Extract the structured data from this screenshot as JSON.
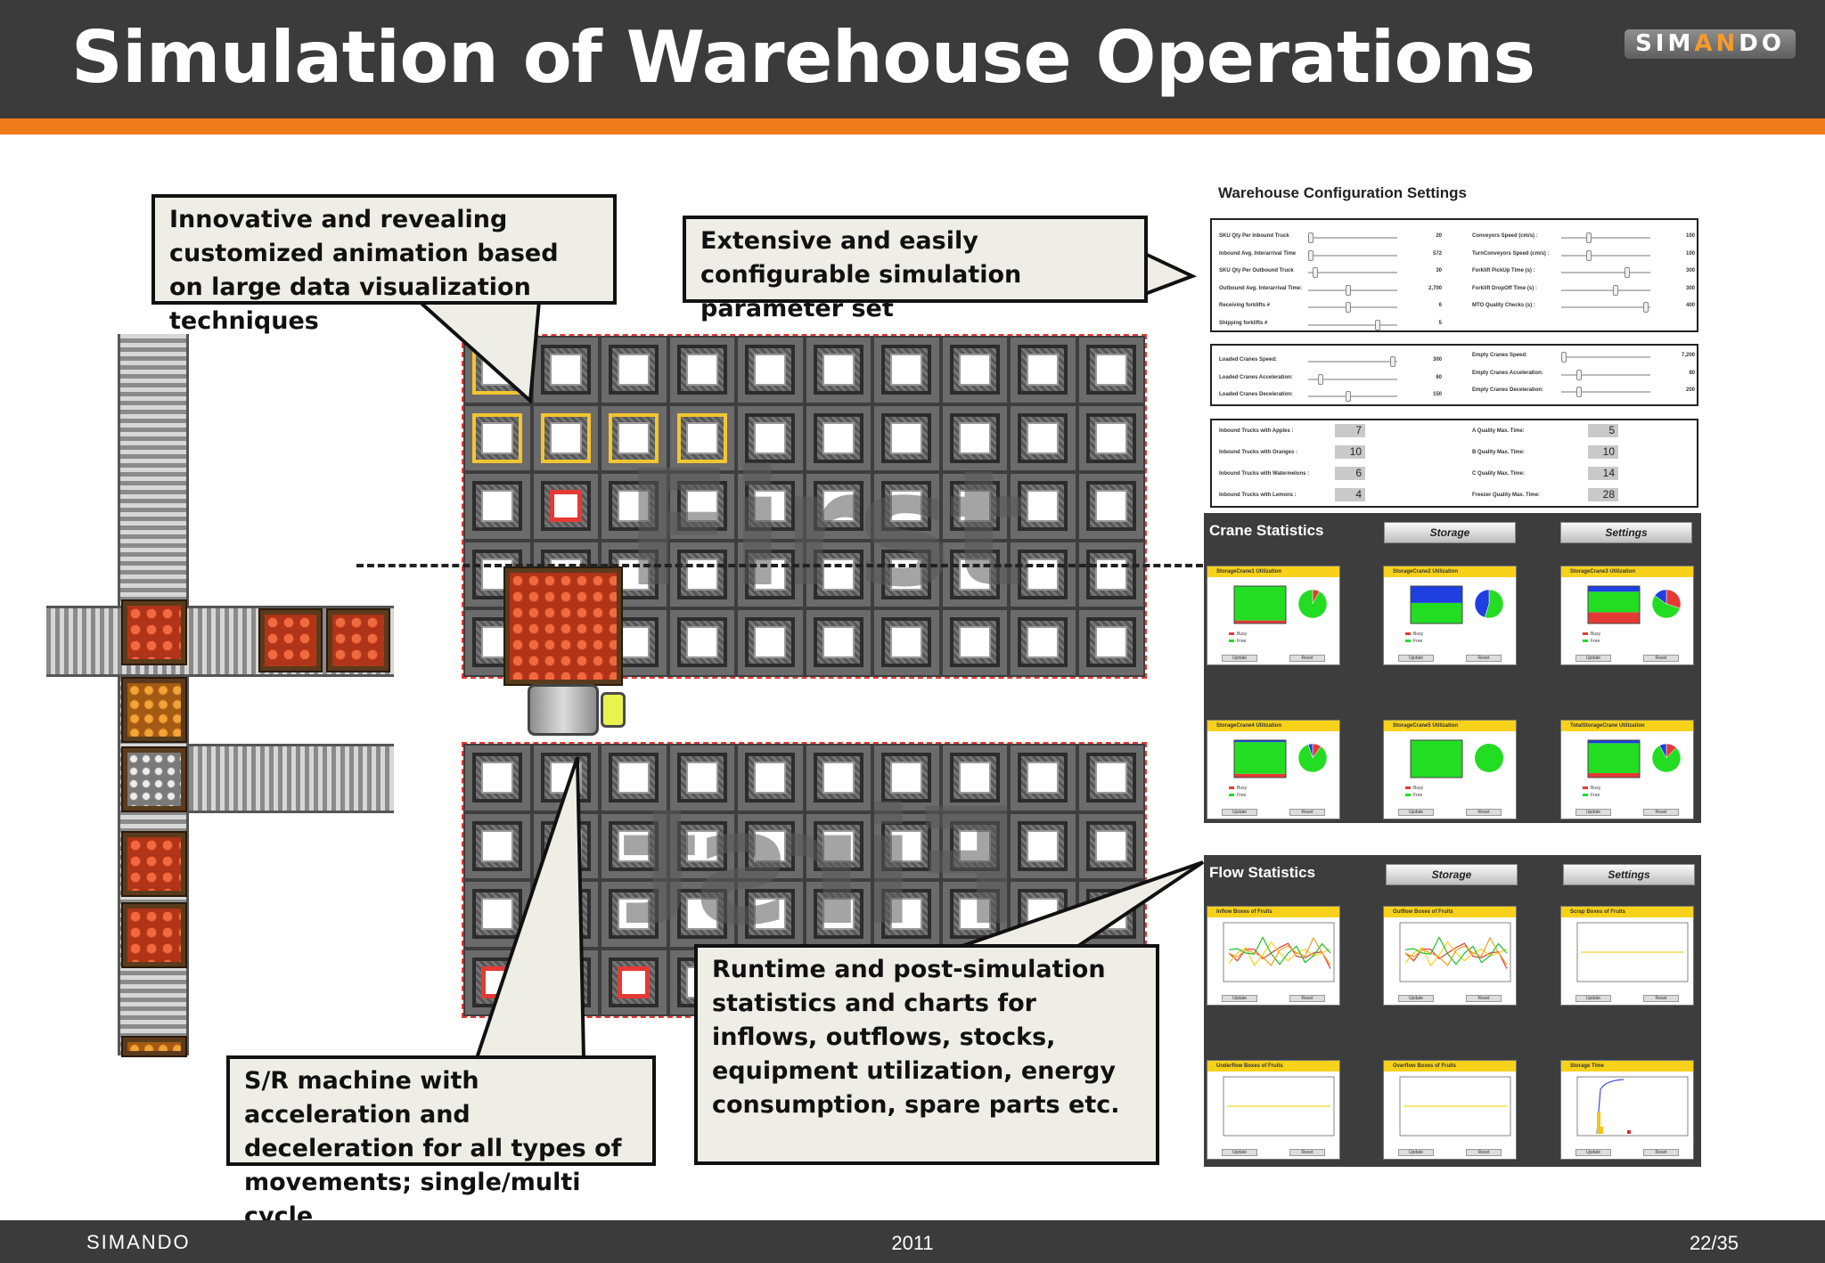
{
  "header": {
    "title": "Simulation of Warehouse Operations",
    "logo": {
      "part1": "SIM",
      "part2": "AN",
      "part3": "DO",
      "accent_color": "#f59a2c"
    },
    "stripe_color": "#ef7a1a"
  },
  "footer": {
    "brand": "SIMANDO",
    "year": "2011",
    "page": "22/35"
  },
  "callouts": {
    "animation": "Innovative and revealing customized animation based on large data visualization techniques",
    "parameters": "Extensive and easily configurable simulation parameter set",
    "statistics": "Runtime and post-simulation statistics and charts for inflows, outflows, stocks, equipment utilization, energy consumption, spare parts etc.",
    "machine": "S/R machine with acceleration and deceleration for all types of movements; single/multi cycle"
  },
  "animation": {
    "watermark_top": "First",
    "watermark_bottom": "First"
  },
  "config": {
    "title": "Warehouse Configuration Settings",
    "group1_left": [
      {
        "label": "SKU Qty Per Inbound Truck",
        "value": "20",
        "knob": 0.0
      },
      {
        "label": "Inbound Avg. Interarrival Time",
        "value": "572",
        "knob": 0.0
      },
      {
        "label": "SKU Qty Per Outbound Truck",
        "value": "30",
        "knob": 0.05
      },
      {
        "label": "Outbound Avg. Interarrival Time:",
        "value": "2,700",
        "knob": 0.45
      },
      {
        "label": "Receiving forklifts #",
        "value": "6",
        "knob": 0.45
      },
      {
        "label": "Shipping forklifts #",
        "value": "5",
        "knob": 0.8
      }
    ],
    "group1_right": [
      {
        "label": "Conveyors Speed (cm/s) :",
        "value": "100",
        "knob": 0.3
      },
      {
        "label": "TurnConveyors Speed (cm/s) :",
        "value": "100",
        "knob": 0.3
      },
      {
        "label": "Forklift PickUp Time (s) :",
        "value": "300",
        "knob": 0.75
      },
      {
        "label": "Forklift DropOff Time (s) :",
        "value": "300",
        "knob": 0.62
      },
      {
        "label": "MTO Quality Checks (s) :",
        "value": "400",
        "knob": 0.98
      }
    ],
    "group2_left": [
      {
        "label": "Loaded Cranes Speed:",
        "value": "300",
        "knob": 0.98
      },
      {
        "label": "Loaded Cranes Acceleration:",
        "value": "60",
        "knob": 0.12
      },
      {
        "label": "Loaded Cranes Deceleration:",
        "value": "150",
        "knob": 0.45
      }
    ],
    "group2_right": [
      {
        "label": "Empty Cranes Speed:",
        "value": "7,200",
        "knob": 0.0
      },
      {
        "label": "Empty Cranes Acceleration:",
        "value": "80",
        "knob": 0.18
      },
      {
        "label": "Empty Cranes Deceleration:",
        "value": "200",
        "knob": 0.18
      }
    ],
    "group3_left": [
      {
        "label": "Inbound Trucks with Apples :",
        "value": "7"
      },
      {
        "label": "Inbound Trucks with Oranges :",
        "value": "10"
      },
      {
        "label": "Inbound Trucks with Watermelons :",
        "value": "6"
      },
      {
        "label": "Inbound Trucks with Lemons :",
        "value": "4"
      }
    ],
    "group3_right": [
      {
        "label": "A Quality Max. Time:",
        "value": "5"
      },
      {
        "label": "B Quality Max. Time:",
        "value": "10"
      },
      {
        "label": "C Quality Max. Time:",
        "value": "14"
      },
      {
        "label": "Freezer Quality Max. Time:",
        "value": "28"
      }
    ]
  },
  "crane_stats": {
    "title": "Crane Statistics",
    "btn_storage": "Storage",
    "btn_settings": "Settings",
    "panels": [
      {
        "title": "StorageCrane1 Utilization",
        "busy": 0.08,
        "free": 0.92,
        "other": 0.0
      },
      {
        "title": "StorageCrane2 Utilization",
        "busy": 0.0,
        "free": 0.55,
        "other": 0.45
      },
      {
        "title": "StorageCrane3 Utilization",
        "busy": 0.3,
        "free": 0.55,
        "other": 0.15
      },
      {
        "title": "StorageCrane4 Utilization",
        "busy": 0.1,
        "free": 0.85,
        "other": 0.05
      },
      {
        "title": "StorageCrane5 Utilization",
        "busy": 0.0,
        "free": 1.0,
        "other": 0.0
      },
      {
        "title": "TotalStorageCrane Utilization",
        "busy": 0.12,
        "free": 0.8,
        "other": 0.08
      }
    ],
    "legend_busy": "Busy",
    "legend_free": "Free",
    "btn_update": "Update",
    "btn_reset": "Reset"
  },
  "flow_stats": {
    "title": "Flow Statistics",
    "btn_storage": "Storage",
    "btn_settings": "Settings",
    "panels": [
      {
        "title": "Inflow Boxes of Fruits",
        "kind": "lines"
      },
      {
        "title": "Outflow Boxes of Fruits",
        "kind": "lines"
      },
      {
        "title": "Scrap Boxes of Fruits",
        "kind": "flat"
      },
      {
        "title": "Underflow Boxes of Fruits",
        "kind": "flat"
      },
      {
        "title": "Overflow Boxes of Fruits",
        "kind": "flat"
      },
      {
        "title": "Storage Time",
        "kind": "cdf"
      }
    ],
    "btn_update": "Update",
    "btn_reset": "Reset"
  }
}
